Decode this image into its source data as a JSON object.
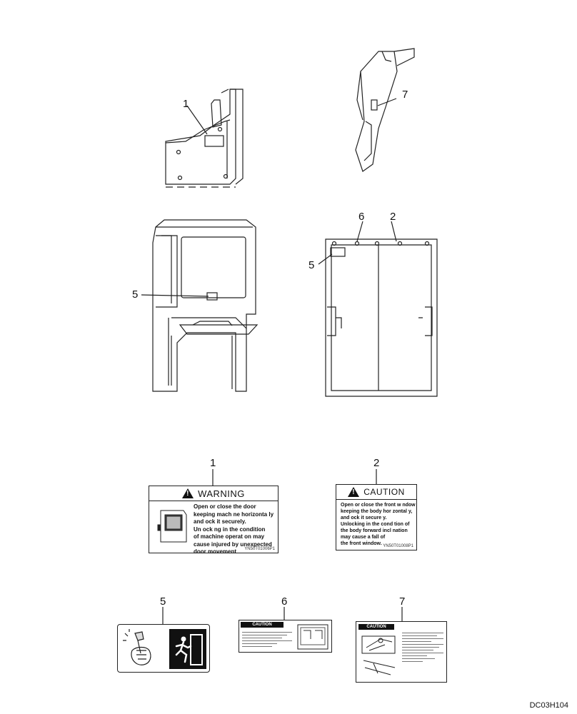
{
  "callouts": {
    "c1_top": "1",
    "c7_top": "7",
    "c5_cab": "5",
    "c6_window": "6",
    "c2_window": "2",
    "c5_window": "5",
    "c1_decal": "1",
    "c2_decal": "2",
    "c5_decal": "5",
    "c6_decal": "6",
    "c7_decal": "7"
  },
  "decals": {
    "warning": {
      "header": "WARNING",
      "lines": [
        "Open or close the door",
        "keeping mach ne horizonta ly",
        "and ock it securely.",
        "Un ock ng in the condition",
        "of machine operat on may",
        "cause injured by unexpected",
        "door movement"
      ],
      "code": "YN50T01006P1"
    },
    "caution": {
      "header": "CAUTION",
      "lines": [
        "Open or close the front w ndow",
        "keeping the body hor zontal y,",
        "and ock it secure y.",
        "Unlocking in the cond tion of",
        "the body forward incl nation",
        "may cause a fall of",
        "the front window."
      ],
      "code": "YN50T01008P1"
    },
    "small_caution_6": {
      "header": "CAUTION"
    },
    "small_caution_7": {
      "header": "CAUTION"
    }
  },
  "drawing_code": "DC03H104"
}
